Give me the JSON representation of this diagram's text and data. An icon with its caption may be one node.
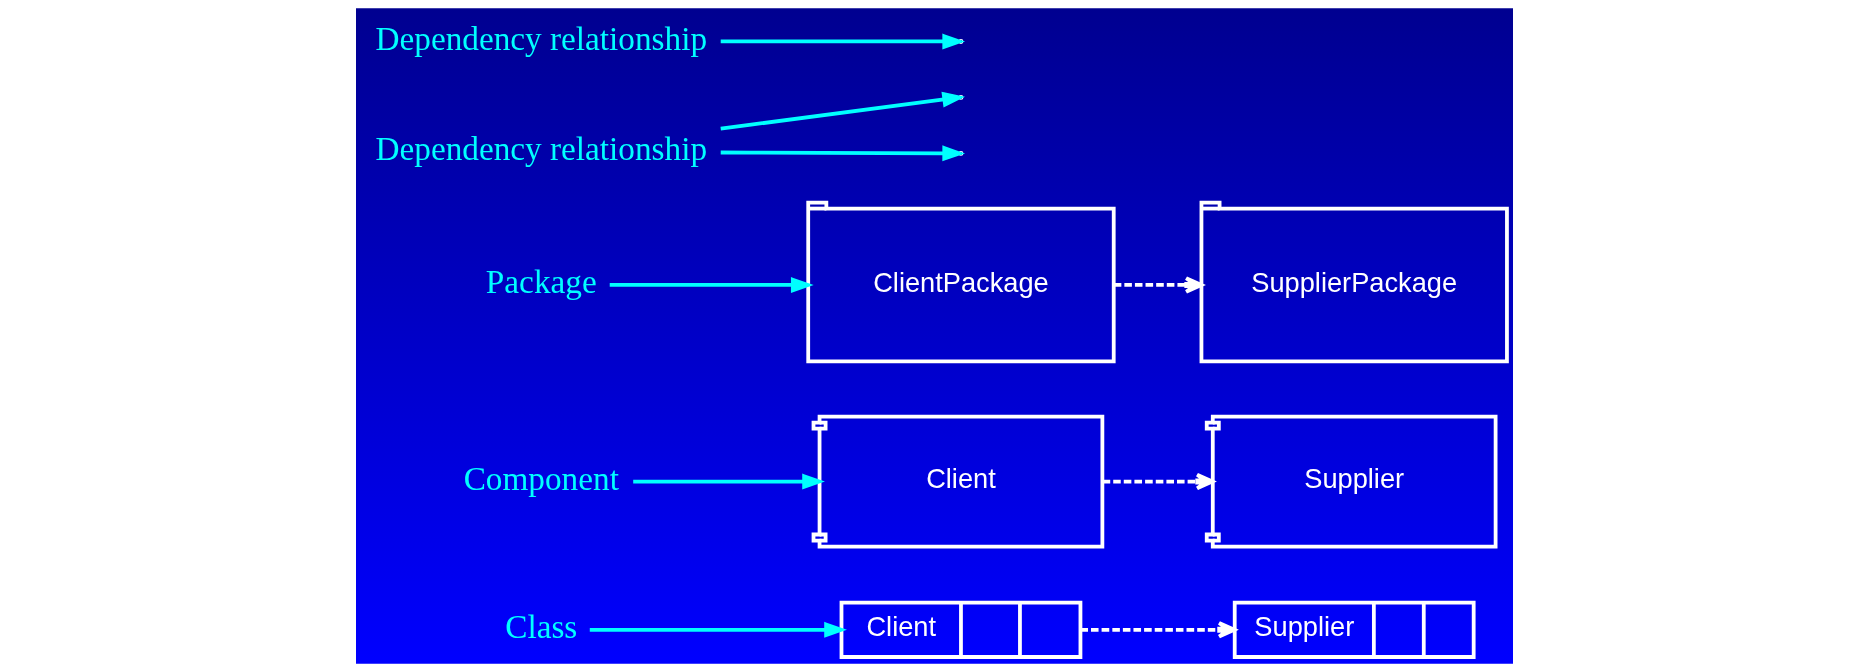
{
  "diagram": {
    "nodes": [
      {
        "text": [
          "Class"
        ]
      },
      {
        "text": [
          "Client"
        ]
      },
      {
        "text": [
          "Supplier"
        ]
      },
      {
        "text": [
          "Component"
        ]
      },
      {
        "text": [
          "Client"
        ]
      },
      {
        "text": [
          "Supplier"
        ]
      },
      {
        "text": [
          "Package"
        ]
      },
      {
        "text": [
          "Dependency relationship"
        ]
      },
      {
        "text": [
          "ClientPackage"
        ]
      },
      {
        "text": [
          "SupplierPackage"
        ]
      },
      {
        "text": [
          "Dependency relationship"
        ]
      }
    ],
    "edges": [
      {
        "from": 0,
        "to": 1,
        "arrow": "to"
      },
      {
        "from": 1,
        "to": 2,
        "arrow": "to",
        "style": "dashed",
        "color": "#ffffff"
      },
      {
        "from": 3,
        "to": 4,
        "arrow": "to"
      },
      {
        "from": 6,
        "to": 8,
        "arrow": "to"
      },
      {
        "from": 7,
        "to": null,
        "arrow": "to"
      },
      {
        "from": 7,
        "to": null,
        "arrow": "to"
      },
      {
        "from": 8,
        "to": 9,
        "arrow": "to",
        "style": "dashed",
        "color": "#ffffff"
      },
      {
        "from": 4,
        "to": 5,
        "arrow": "to",
        "style": "dashed",
        "color": "#ffffff"
      },
      {
        "from": 10,
        "to": null,
        "arrow": "to"
      }
    ]
  }
}
